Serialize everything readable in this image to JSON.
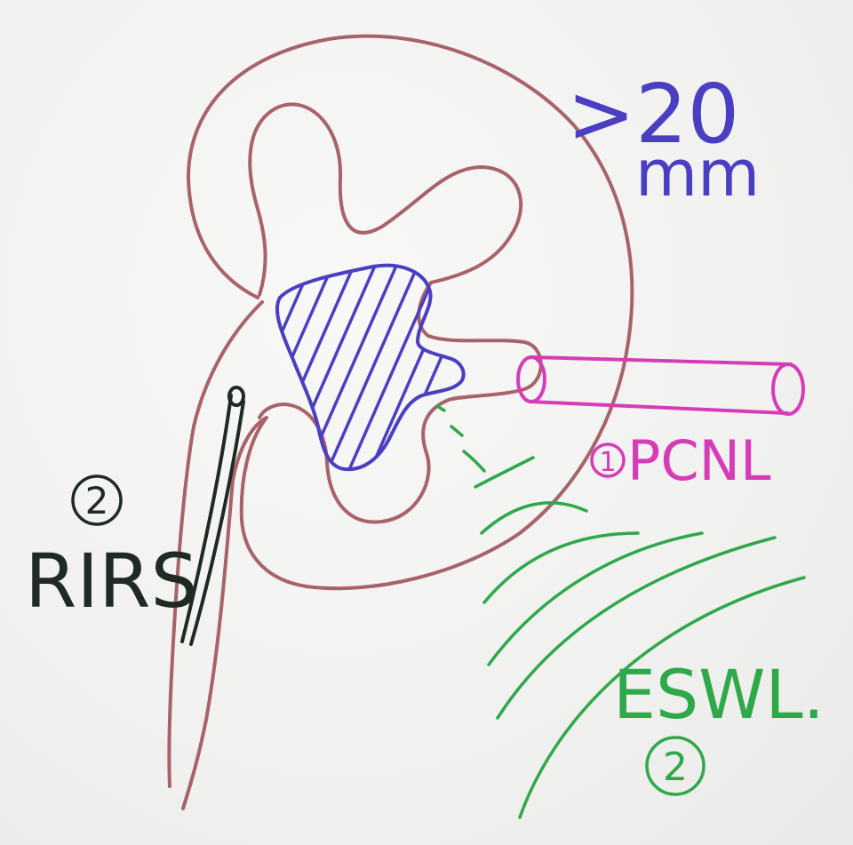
{
  "labels": {
    "stone_size": ">20",
    "stone_unit": "mm",
    "pcnl_number": "1",
    "pcnl": "PCNL",
    "rirs_number": "2",
    "rirs": "RIRS",
    "eswl": "ESWL.",
    "eswl_number": "2"
  },
  "colors": {
    "kidney_outline": "#a8636a",
    "stone": "#4a3fc2",
    "pcnl": "#d63cb8",
    "eswl": "#2fa84a",
    "rirs": "#1f2a24",
    "background": "#f3f3f1"
  }
}
